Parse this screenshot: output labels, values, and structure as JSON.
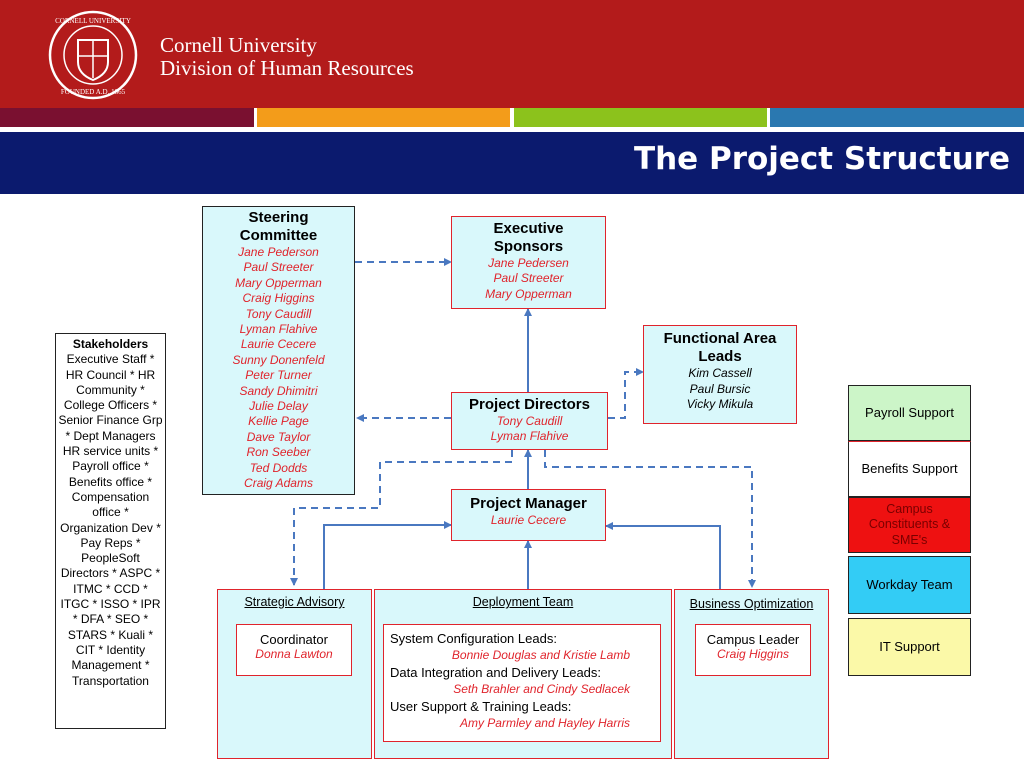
{
  "header": {
    "org_line1": "Cornell University",
    "org_line2": "Division of Human Resources",
    "seal_text": "CORNELL UNIVERSITY · FOUNDED A.D. 1865",
    "stripe_colors": [
      "#7a1030",
      "#f39c1a",
      "#8cc21c",
      "#2a78b0"
    ]
  },
  "slide_title": "The Project Structure",
  "steering": {
    "title": "Steering Committee",
    "members": [
      "Jane Pederson",
      "Paul Streeter",
      "Mary Opperman",
      "Craig Higgins",
      "Tony Caudill",
      "Lyman Flahive",
      "Laurie Cecere",
      "Sunny Donenfeld",
      "Peter Turner",
      "Sandy Dhimitri",
      "Julie Delay",
      "Kellie Page",
      "Dave Taylor",
      "Ron Seeber",
      "Ted Dodds",
      "Craig Adams"
    ]
  },
  "executive": {
    "title": "Executive Sponsors",
    "members": [
      "Jane Pedersen",
      "Paul Streeter",
      "Mary Opperman"
    ]
  },
  "functional": {
    "title": "Functional Area Leads",
    "members": [
      "Kim Cassell",
      "Paul Bursic",
      "Vicky Mikula"
    ]
  },
  "directors": {
    "title": "Project Directors",
    "members": [
      "Tony Caudill",
      "Lyman Flahive"
    ]
  },
  "manager": {
    "title": "Project Manager",
    "member": "Laurie Cecere"
  },
  "stakeholders": {
    "title": "Stakeholders",
    "text": "Executive Staff * HR Council * HR Community * College Officers * Senior Finance Grp * Dept Managers HR service units * Payroll office * Benefits office * Compensation office * Organization Dev * Pay Reps * PeopleSoft Directors * ASPC * ITMC * CCD * ITGC * ISSO * IPR * DFA * SEO * STARS * Kuali * CIT * Identity Management * Transportation"
  },
  "strategic": {
    "title": "Strategic Advisory",
    "role": "Coordinator",
    "name": "Donna Lawton"
  },
  "deployment": {
    "title": "Deployment Team",
    "leads": [
      {
        "role": "System Configuration Leads:",
        "names": "Bonnie Douglas and Kristie Lamb"
      },
      {
        "role": "Data Integration and Delivery Leads:",
        "names": "Seth Brahler and Cindy Sedlacek"
      },
      {
        "role": "User Support & Training Leads:",
        "names": "Amy Parmley and Hayley Harris"
      }
    ]
  },
  "business": {
    "title": "Business Optimization",
    "role": "Campus Leader",
    "name": "Craig Higgins"
  },
  "legend": [
    {
      "label": "Payroll Support",
      "color": "#ccf5c8"
    },
    {
      "label": "Benefits Support",
      "color": "#ffffff"
    },
    {
      "label": "Campus Constituents & SME's",
      "color": "#ee1111"
    },
    {
      "label": "Workday Team",
      "color": "#33ccf5"
    },
    {
      "label": "IT Support",
      "color": "#fbf9a8"
    }
  ]
}
